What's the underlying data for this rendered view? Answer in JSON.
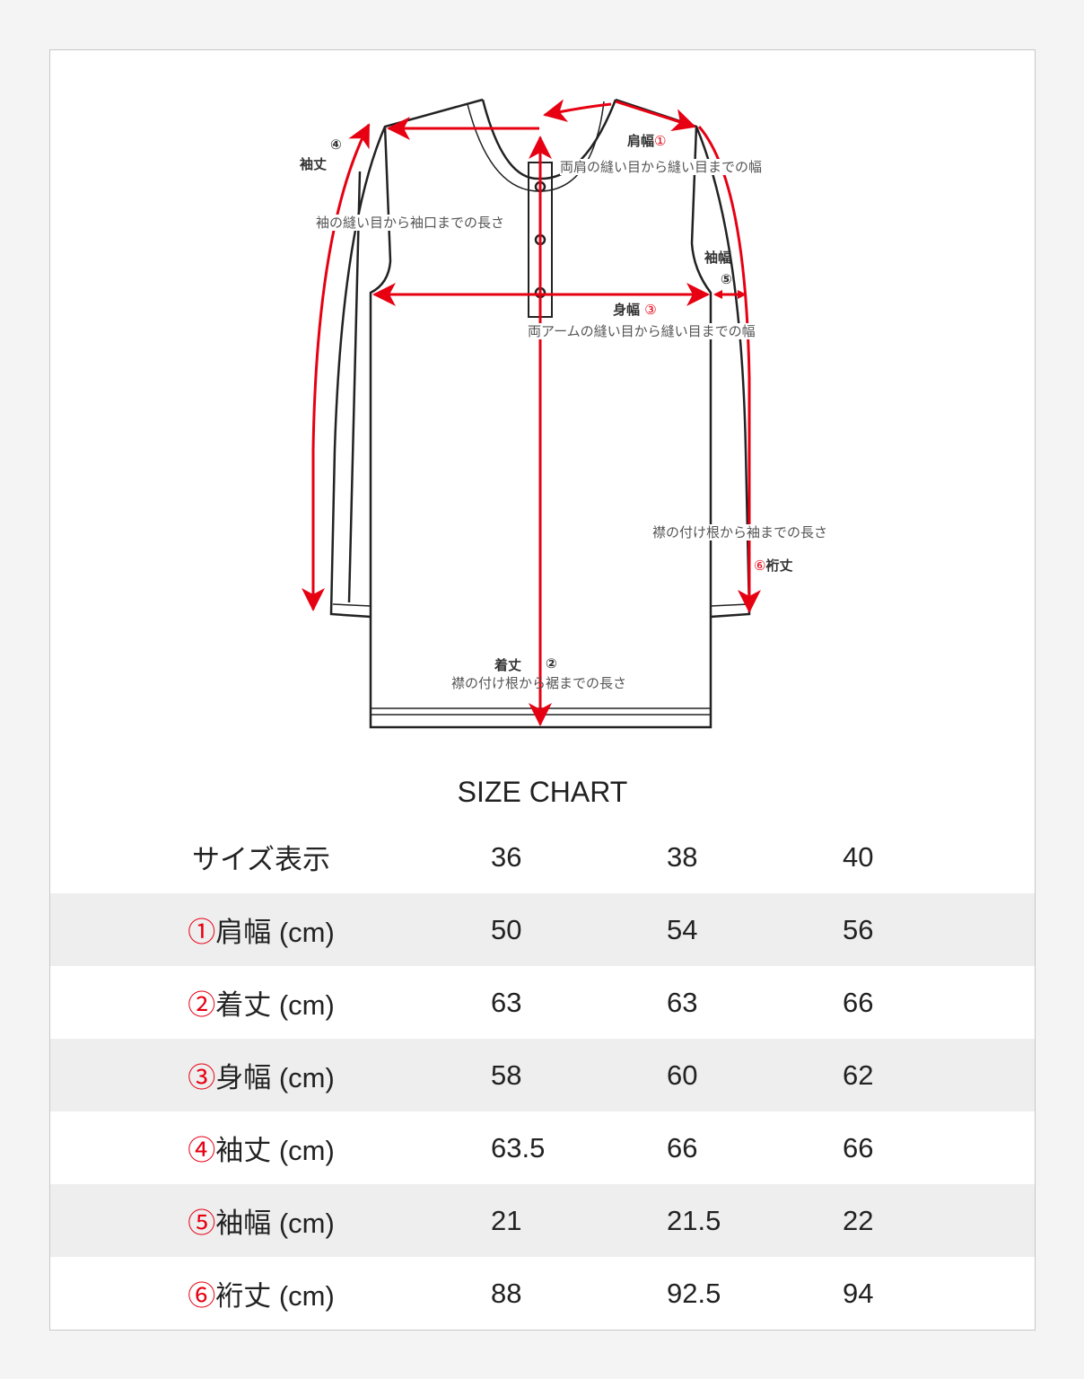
{
  "diagram": {
    "shoulder": {
      "name": "肩幅",
      "num": "①",
      "desc": "両肩の縫い目から縫い目までの幅"
    },
    "length": {
      "name": "着丈",
      "num": "②",
      "desc": "襟の付け根から裾までの長さ"
    },
    "body_width": {
      "name": "身幅",
      "num": "③",
      "desc": "両アームの縫い目から縫い目までの幅"
    },
    "sleeve_length": {
      "name": "袖丈",
      "num": "④",
      "desc": "袖の縫い目から袖口までの長さ"
    },
    "sleeve_width": {
      "name": "袖幅",
      "num": "⑤"
    },
    "yuki": {
      "name": "裄丈",
      "num": "⑥",
      "desc": "襟の付け根から袖までの長さ"
    }
  },
  "title": "SIZE CHART",
  "table": {
    "header": {
      "label": "サイズ表示",
      "sizes": [
        "36",
        "38",
        "40"
      ]
    },
    "rows": [
      {
        "num": "①",
        "label": "肩幅 (cm)",
        "values": [
          "50",
          "54",
          "56"
        ]
      },
      {
        "num": "②",
        "label": "着丈 (cm)",
        "values": [
          "63",
          "63",
          "66"
        ]
      },
      {
        "num": "③",
        "label": "身幅 (cm)",
        "values": [
          "58",
          "60",
          "62"
        ]
      },
      {
        "num": "④",
        "label": "袖丈 (cm)",
        "values": [
          "63.5",
          "66",
          "66"
        ]
      },
      {
        "num": "⑤",
        "label": "袖幅 (cm)",
        "values": [
          "21",
          "21.5",
          "22"
        ]
      },
      {
        "num": "⑥",
        "label": "裄丈 (cm)",
        "values": [
          "88",
          "92.5",
          "94"
        ]
      }
    ]
  },
  "colors": {
    "accent": "#e60012",
    "stripe": "#eeeeee"
  }
}
